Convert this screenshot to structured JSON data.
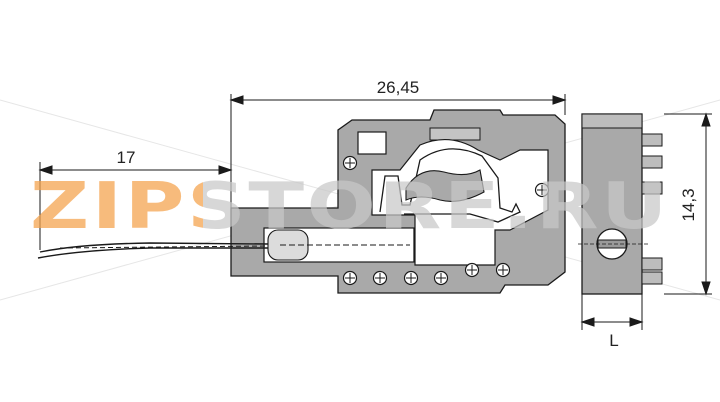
{
  "dimensions": {
    "overall_length": "26,45",
    "strip_length": "17",
    "height": "14,3",
    "width_label": "L"
  },
  "watermark": {
    "text": "ZIPSTORE.RU"
  },
  "colors": {
    "body_fill": "#a9a9a9",
    "line": "#1a1a1a",
    "watermark_orange": "#f5a24b",
    "watermark_gray": "#c8c8c8"
  }
}
